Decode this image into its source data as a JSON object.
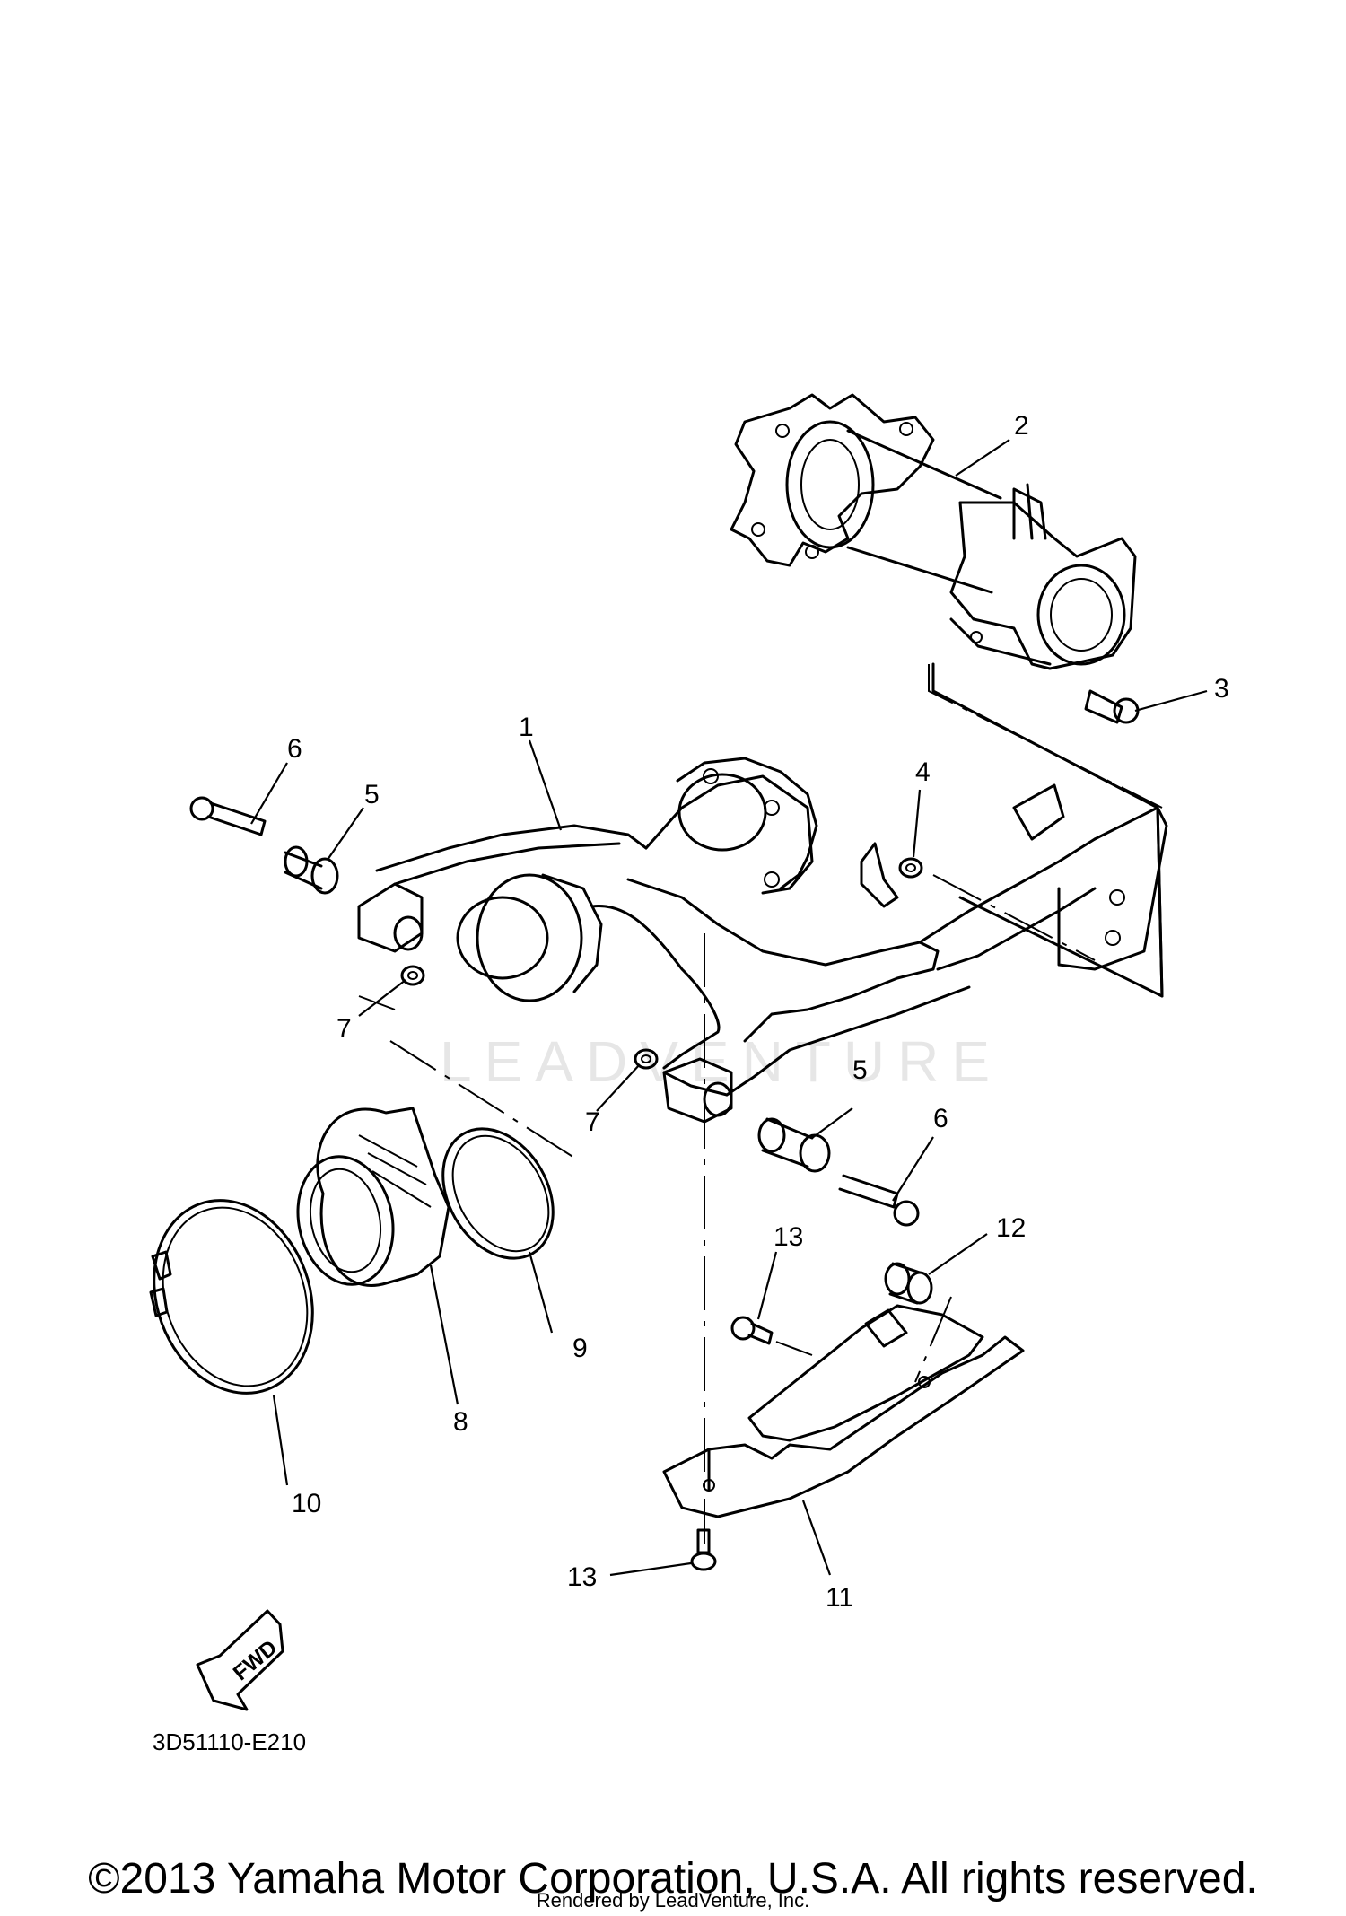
{
  "watermark": "LEADVENTURE",
  "fwd_label": "FWD",
  "diagram_code": "3D51110-E210",
  "copyright": "©2013 Yamaha Motor Corporation, U.S.A. All rights reserved.",
  "rendered_by": "Rendered by LeadVenture, Inc.",
  "callouts": {
    "c1": "1",
    "c2": "2",
    "c3": "3",
    "c4": "4",
    "c5a": "5",
    "c5b": "5",
    "c6a": "6",
    "c6b": "6",
    "c7a": "7",
    "c7b": "7",
    "c8": "8",
    "c9": "9",
    "c10": "10",
    "c11": "11",
    "c12": "12",
    "c13a": "13",
    "c13b": "13"
  }
}
